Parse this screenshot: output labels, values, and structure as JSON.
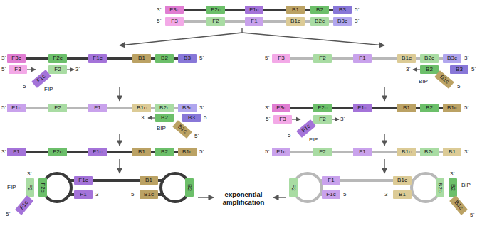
{
  "diagram": {
    "nodes": [
      {
        "text": [
          "F3c"
        ]
      },
      {
        "text": [
          "F2c"
        ]
      },
      {
        "text": [
          "F1c"
        ]
      },
      {
        "text": [
          "B1"
        ]
      },
      {
        "text": [
          "B2"
        ]
      },
      {
        "text": [
          "B3"
        ]
      },
      {
        "text": [
          "F3"
        ]
      },
      {
        "text": [
          "F2"
        ]
      },
      {
        "text": [
          "F1"
        ]
      },
      {
        "text": [
          "B1c"
        ]
      },
      {
        "text": [
          "B2c"
        ]
      },
      {
        "text": [
          "B3c"
        ]
      },
      {
        "text": [
          "F3c"
        ]
      },
      {
        "text": [
          "F2c"
        ]
      },
      {
        "text": [
          "F1c"
        ]
      },
      {
        "text": [
          "B1"
        ]
      },
      {
        "text": [
          "B2"
        ]
      },
      {
        "text": [
          "B3"
        ]
      },
      {
        "text": [
          "F3"
        ]
      },
      {
        "text": [
          "F2"
        ]
      },
      {
        "text": [
          "F1c"
        ]
      },
      {
        "text": [
          "F1c"
        ]
      },
      {
        "text": [
          "F2"
        ]
      },
      {
        "text": [
          "F1"
        ]
      },
      {
        "text": [
          "B1c"
        ]
      },
      {
        "text": [
          "B2c"
        ]
      },
      {
        "text": [
          "B3c"
        ]
      },
      {
        "text": [
          "B2"
        ]
      },
      {
        "text": [
          "B1c"
        ]
      },
      {
        "text": [
          "B3"
        ]
      },
      {
        "text": [
          "F1"
        ]
      },
      {
        "text": [
          "F2c"
        ]
      },
      {
        "text": [
          "F1c"
        ]
      },
      {
        "text": [
          "B1"
        ]
      },
      {
        "text": [
          "B2"
        ]
      },
      {
        "text": [
          "B1c"
        ]
      },
      {
        "text": [
          "F2c"
        ]
      },
      {
        "text": [
          "F2"
        ]
      },
      {
        "text": [
          "F1c"
        ]
      },
      {
        "text": [
          "F1c"
        ]
      },
      {
        "text": [
          "F1"
        ]
      },
      {
        "text": [
          "B1"
        ]
      },
      {
        "text": [
          "B1c"
        ]
      },
      {
        "text": [
          "B2"
        ]
      },
      {
        "text": [
          "F3"
        ]
      },
      {
        "text": [
          "F2"
        ]
      },
      {
        "text": [
          "F1"
        ]
      },
      {
        "text": [
          "B1c"
        ]
      },
      {
        "text": [
          "B2c"
        ]
      },
      {
        "text": [
          "B3c"
        ]
      },
      {
        "text": [
          "B2"
        ]
      },
      {
        "text": [
          "B1c"
        ]
      },
      {
        "text": [
          "B3"
        ]
      },
      {
        "text": [
          "F3c"
        ]
      },
      {
        "text": [
          "F2c"
        ]
      },
      {
        "text": [
          "F1c"
        ]
      },
      {
        "text": [
          "B1"
        ]
      },
      {
        "text": [
          "B2"
        ]
      },
      {
        "text": [
          "B1c"
        ]
      },
      {
        "text": [
          "F3"
        ]
      },
      {
        "text": [
          "F2"
        ]
      },
      {
        "text": [
          "F1c"
        ]
      },
      {
        "text": [
          "F1c"
        ]
      },
      {
        "text": [
          "F2"
        ]
      },
      {
        "text": [
          "F1"
        ]
      },
      {
        "text": [
          "B1c"
        ]
      },
      {
        "text": [
          "B2c"
        ]
      },
      {
        "text": [
          "B1"
        ]
      },
      {
        "text": [
          "F2"
        ]
      },
      {
        "text": [
          "F1"
        ]
      },
      {
        "text": [
          "F1c"
        ]
      },
      {
        "text": [
          "B1c"
        ]
      },
      {
        "text": [
          "B1"
        ]
      },
      {
        "text": [
          "B2c"
        ]
      },
      {
        "text": [
          "B2"
        ]
      },
      {
        "text": [
          "B1c"
        ]
      }
    ],
    "labels": [
      "3´",
      "5´",
      "5´",
      "3´",
      "3´",
      "5´",
      "5´",
      "3´",
      "5´",
      "FIP",
      "5´",
      "3´",
      "3´",
      "5´",
      "BIP",
      "5´",
      "3´",
      "5´",
      "FIP",
      "3´",
      "5´",
      "3´",
      "5´",
      "exponential amplification",
      "5´",
      "3´",
      "3´",
      "5´",
      "BIP",
      "5´",
      "3´",
      "5´",
      "5´",
      "3´",
      "5´",
      "FIP",
      "5´",
      "3´",
      "5´",
      "3´",
      "3´",
      "BIP",
      "5´"
    ]
  }
}
